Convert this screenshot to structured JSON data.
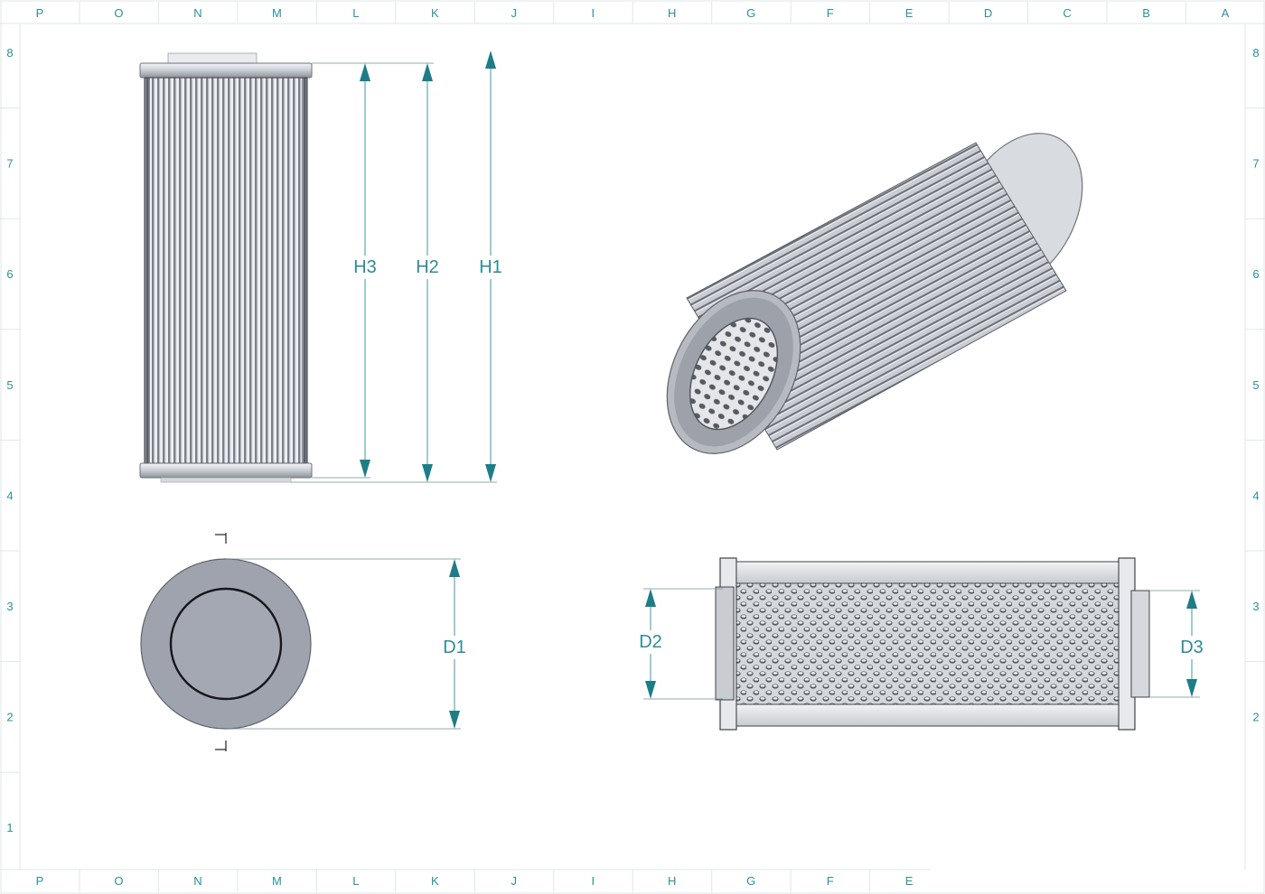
{
  "border": {
    "top_columns": [
      "P",
      "O",
      "N",
      "M",
      "L",
      "K",
      "J",
      "I",
      "H",
      "G",
      "F",
      "E",
      "D",
      "C",
      "B",
      "A"
    ],
    "bottom_columns": [
      "P",
      "O",
      "N",
      "M",
      "L",
      "K",
      "J",
      "I",
      "H",
      "G",
      "F",
      "E"
    ],
    "left_rows": [
      "8",
      "7",
      "6",
      "5",
      "4",
      "3",
      "2",
      "1"
    ],
    "right_rows": [
      "8",
      "7",
      "6",
      "5",
      "4",
      "3",
      "2"
    ]
  },
  "dimensions": {
    "h1": "H1",
    "h2": "H2",
    "h3": "H3",
    "d1": "D1",
    "d2": "D2",
    "d3": "D3"
  },
  "colors": {
    "dimension": "#2f8b94",
    "steel_light": "#e6e9ee",
    "steel_dark": "#5b6068",
    "end_face": "#9ea2ac"
  }
}
